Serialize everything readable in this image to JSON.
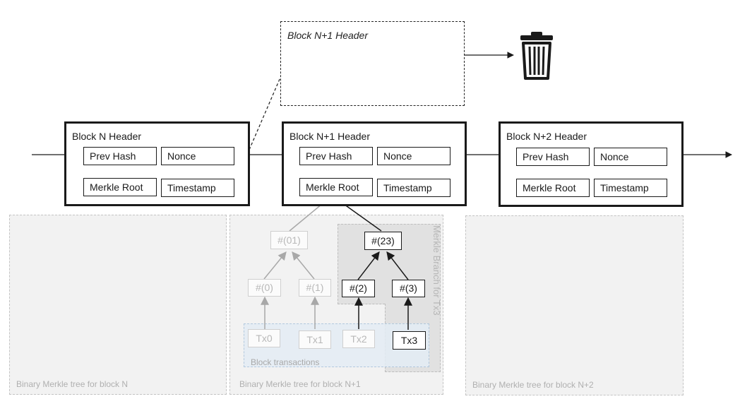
{
  "headers": {
    "block_n": {
      "title": "Block N Header",
      "prev_hash": "Prev Hash",
      "nonce": "Nonce",
      "merkle_root": "Merkle Root",
      "timestamp": "Timestamp"
    },
    "block_n1": {
      "title": "Block N+1 Header",
      "prev_hash": "Prev Hash",
      "nonce": "Nonce",
      "merkle_root": "Merkle Root",
      "timestamp": "Timestamp"
    },
    "block_n2": {
      "title": "Block N+2 Header",
      "prev_hash": "Prev Hash",
      "nonce": "Nonce",
      "merkle_root": "Merkle Root",
      "timestamp": "Timestamp"
    }
  },
  "orphan_header": {
    "title": "Block N+1 Header"
  },
  "trash": {
    "icon": "trash-icon"
  },
  "tree": {
    "hash_01": "#(01)",
    "hash_23": "#(23)",
    "hash_0": "#(0)",
    "hash_1": "#(1)",
    "hash_2": "#(2)",
    "hash_3": "#(3)",
    "tx0": "Tx0",
    "tx1": "Tx1",
    "tx2": "Tx2",
    "tx3": "Tx3",
    "branch_label": "Merkle Branch for Tx3",
    "transactions_label": "Block transactions"
  },
  "regions": {
    "block_n": "Binary Merkle tree for block N",
    "block_n1": "Binary Merkle tree for block N+1",
    "block_n2": "Binary Merkle tree for block N+2"
  }
}
